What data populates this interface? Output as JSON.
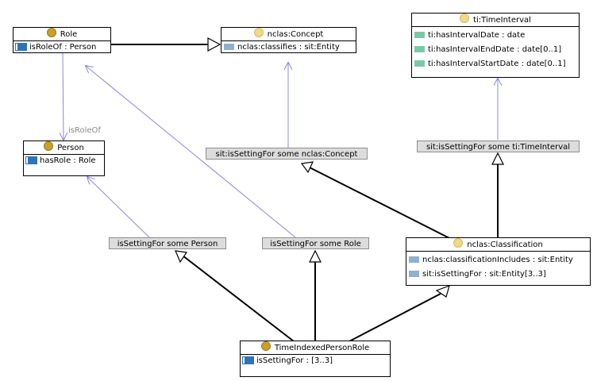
{
  "classes": {
    "role": {
      "name": "Role",
      "properties": [
        {
          "name": "isRoleOf",
          "type": ": Person"
        }
      ]
    },
    "concept": {
      "name": "nclas:Concept",
      "properties": [
        {
          "name": "nclas:classifies",
          "type": ": sit:Entity"
        }
      ]
    },
    "time_interval": {
      "name": "ti:TimeInterval",
      "properties": [
        {
          "name": "ti:hasIntervalDate",
          "type": ": date"
        },
        {
          "name": "ti:hasIntervalEndDate",
          "type": ": date[0..1]"
        },
        {
          "name": "ti:hasIntervalStartDate",
          "type": ": date[0..1]"
        }
      ]
    },
    "person": {
      "name": "Person",
      "properties": [
        {
          "name": "hasRole",
          "type": ": Role"
        }
      ]
    },
    "classification": {
      "name": "nclas:Classification",
      "properties": [
        {
          "name": "nclas:classificationIncludes",
          "type": ": sit:Entity"
        },
        {
          "name": "sit:isSettingFor",
          "type": ": sit:Entity[3..3]"
        }
      ]
    },
    "tipr": {
      "name": "TimeIndexedPersonRole",
      "properties": [
        {
          "name": "isSettingFor",
          "type": ": [3..3]"
        }
      ]
    }
  },
  "restrictions": {
    "concept": "sit:isSettingFor some nclas:Concept",
    "time_interval": "sit:isSettingFor some ti:TimeInterval",
    "person": "isSettingFor some Person",
    "role": "isSettingFor some Role"
  },
  "edge_labels": {
    "is_role_of": "isRoleOf"
  },
  "colors": {
    "class_icon_dark": "#c8a02a",
    "class_icon_light": "#efd98a",
    "object_property": "#2f73b7",
    "data_property": "#79c9a8",
    "restriction_bg": "#dcdcdc",
    "link": "#8888dd"
  }
}
